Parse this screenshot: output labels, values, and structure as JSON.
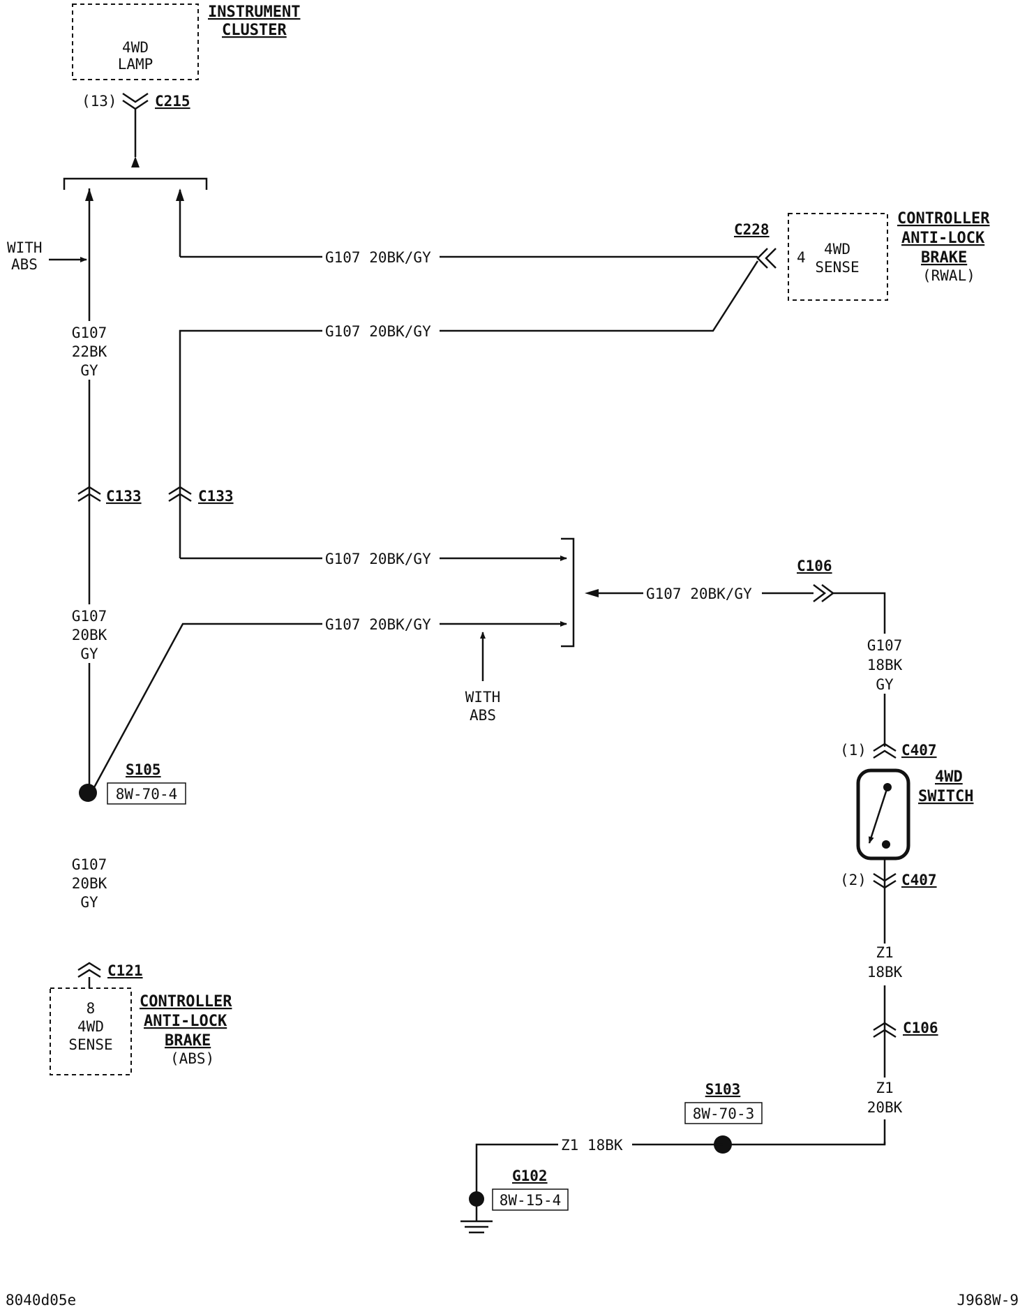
{
  "components": {
    "instrument_cluster": {
      "title_line1": "INSTRUMENT",
      "title_line2": "CLUSTER",
      "label_line1": "4WD",
      "label_line2": "LAMP",
      "pin": "(13)",
      "connector": "C215"
    },
    "controller_rwal": {
      "connector": "C228",
      "pin": "4",
      "label_line1": "4WD",
      "label_line2": "SENSE",
      "title_line1": "CONTROLLER",
      "title_line2": "ANTI-LOCK",
      "title_line3": "BRAKE",
      "subtitle": "(RWAL)"
    },
    "controller_abs": {
      "connector": "C121",
      "pin": "8",
      "label_line1": "4WD",
      "label_line2": "SENSE",
      "title_line1": "CONTROLLER",
      "title_line2": "ANTI-LOCK",
      "title_line3": "BRAKE",
      "subtitle": "(ABS)"
    },
    "switch_4wd": {
      "title_line1": "4WD",
      "title_line2": "SWITCH",
      "pin_top": "(1)",
      "connector_top": "C407",
      "pin_bottom": "(2)",
      "connector_bottom": "C407"
    }
  },
  "notes": {
    "with_abs_left_line1": "WITH",
    "with_abs_left_line2": "ABS",
    "with_abs_mid_line1": "WITH",
    "with_abs_mid_line2": "ABS"
  },
  "wires": {
    "top_rwal": "G107  20BK/GY",
    "second_rwal": "G107  20BK/GY",
    "c133_to_junction": "G107  20BK/GY",
    "s105_to_junction": "G107  20BK/GY",
    "junction_to_c106": "G107  20BK/GY",
    "left_upper_line1": "G107",
    "left_upper_line2": "22BK",
    "left_upper_line3": "GY",
    "left_mid_line1": "G107",
    "left_mid_line2": "20BK",
    "left_mid_line3": "GY",
    "left_lower_line1": "G107",
    "left_lower_line2": "20BK",
    "left_lower_line3": "GY",
    "right_upper_line1": "G107",
    "right_upper_line2": "18BK",
    "right_upper_line3": "GY",
    "right_mid_line1": "Z1",
    "right_mid_line2": "18BK",
    "right_lower_line1": "Z1",
    "right_lower_line2": "20BK",
    "ground_wire": "Z1  18BK"
  },
  "connectors": {
    "c133_left": "C133",
    "c133_right": "C133",
    "c106_top": "C106",
    "c106_bottom": "C106"
  },
  "splices": {
    "s105": {
      "name": "S105",
      "ref": "8W-70-4"
    },
    "s103": {
      "name": "S103",
      "ref": "8W-70-3"
    },
    "g102": {
      "name": "G102",
      "ref": "8W-15-4"
    }
  },
  "footer": {
    "left_code": "8040d05e",
    "right_code": "J968W-9"
  }
}
